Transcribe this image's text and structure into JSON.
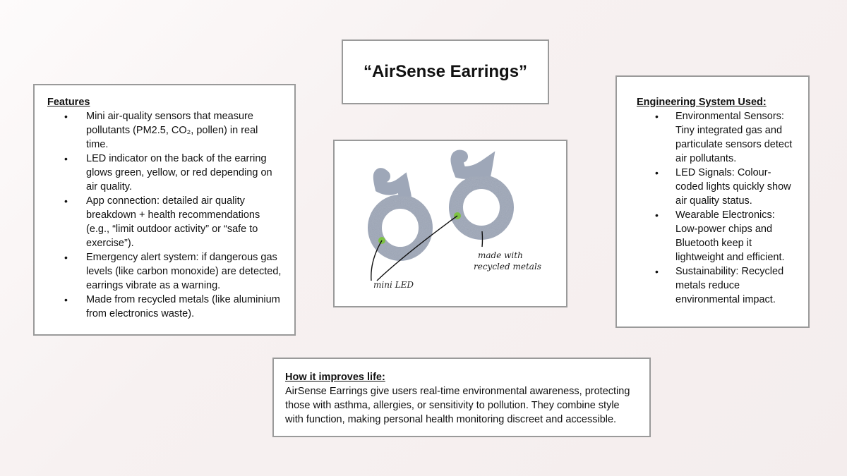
{
  "title": "“AirSense Earrings”",
  "features": {
    "heading": "Features",
    "items": [
      "Mini air-quality sensors that measure pollutants (PM2.5, CO₂, pollen) in real time.",
      "LED indicator on the back of the earring glows green, yellow, or red depending on air quality.",
      "App connection: detailed air quality breakdown + health recommendations (e.g., “limit outdoor activity” or “safe to exercise”).",
      "Emergency alert system: if dangerous gas levels (like carbon monoxide) are detected, earrings vibrate as a warning.",
      "Made from recycled metals (like aluminium from electronics waste)."
    ]
  },
  "engineering": {
    "heading": "Engineering System Used:",
    "items": [
      "Environmental Sensors: Tiny integrated gas and particulate sensors detect air pollutants.",
      "LED Signals: Colour-coded lights quickly show air quality status.",
      "Wearable Electronics: Low-power chips and Bluetooth keep it lightweight and efficient.",
      "Sustainability: Recycled metals reduce environmental impact."
    ]
  },
  "life": {
    "heading": "How it improves life:",
    "body": "AirSense Earrings give users real-time environmental awareness, protecting those with asthma, allergies, or sensitivity to pollution. They combine style with function, making personal health monitoring discreet and accessible."
  },
  "sketch": {
    "label_led": "mini LED",
    "label_metal_1": "made with",
    "label_metal_2": "recycled metals",
    "led_color": "#7dc243",
    "earring_color": "#9ea7b8"
  },
  "bullet_glyph": "•"
}
